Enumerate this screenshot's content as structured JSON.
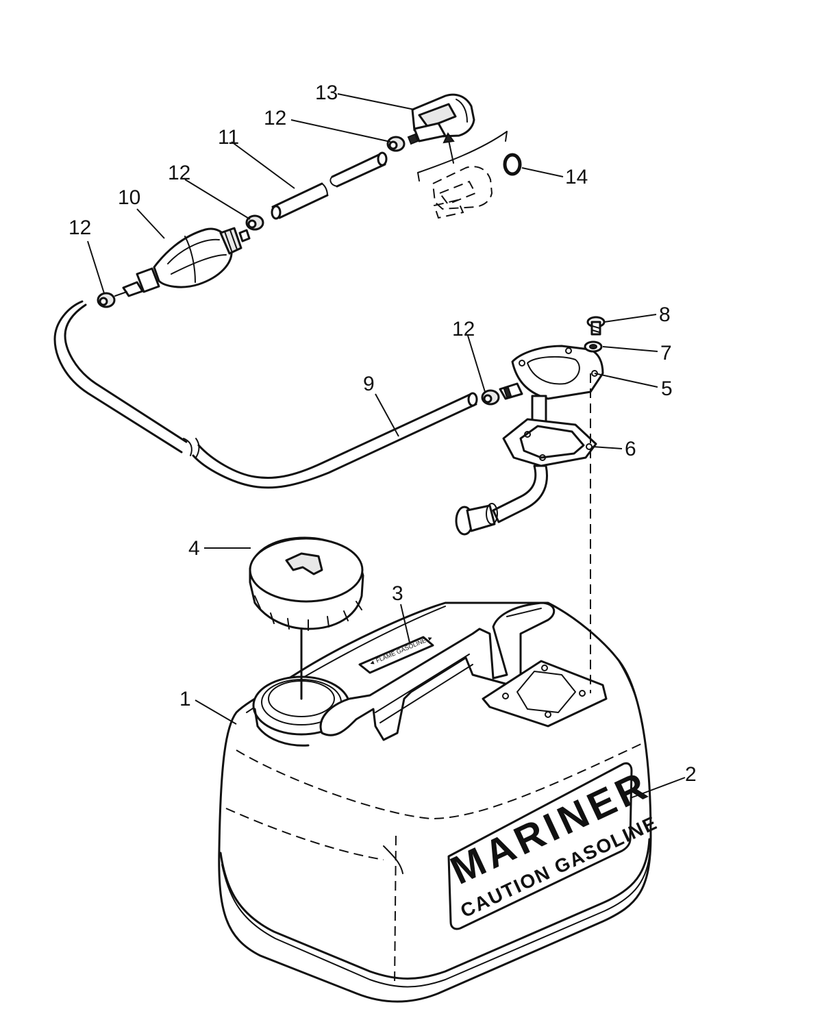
{
  "callouts": [
    {
      "id": "1",
      "label": "1"
    },
    {
      "id": "2",
      "label": "2"
    },
    {
      "id": "3",
      "label": "3"
    },
    {
      "id": "4",
      "label": "4"
    },
    {
      "id": "5",
      "label": "5"
    },
    {
      "id": "6",
      "label": "6"
    },
    {
      "id": "7",
      "label": "7"
    },
    {
      "id": "8",
      "label": "8"
    },
    {
      "id": "9",
      "label": "9"
    },
    {
      "id": "10",
      "label": "10"
    },
    {
      "id": "11",
      "label": "11"
    },
    {
      "id": "12a",
      "label": "12"
    },
    {
      "id": "12b",
      "label": "12"
    },
    {
      "id": "12c",
      "label": "12"
    },
    {
      "id": "12d",
      "label": "12"
    },
    {
      "id": "13",
      "label": "13"
    },
    {
      "id": "14",
      "label": "14"
    }
  ],
  "decal": {
    "brand": "MARINER",
    "warning": "CAUTION GASOLINE"
  },
  "colors": {
    "line": "#111111",
    "background": "#ffffff"
  }
}
